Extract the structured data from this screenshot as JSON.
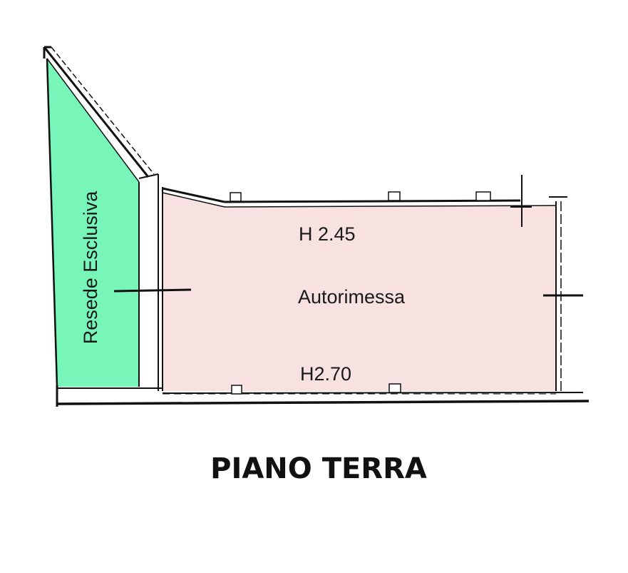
{
  "plan": {
    "colors": {
      "wall": "#111111",
      "garden_fill": "#78f5b8",
      "garage_fill": "#f7e1e1",
      "background": "#ffffff"
    },
    "labels": {
      "garden": "Resede Esclusiva",
      "garage": "Autorimessa",
      "height_top": "H 2.45",
      "height_bottom": "H2.70",
      "floor_title": "PIANO TERRA"
    }
  }
}
